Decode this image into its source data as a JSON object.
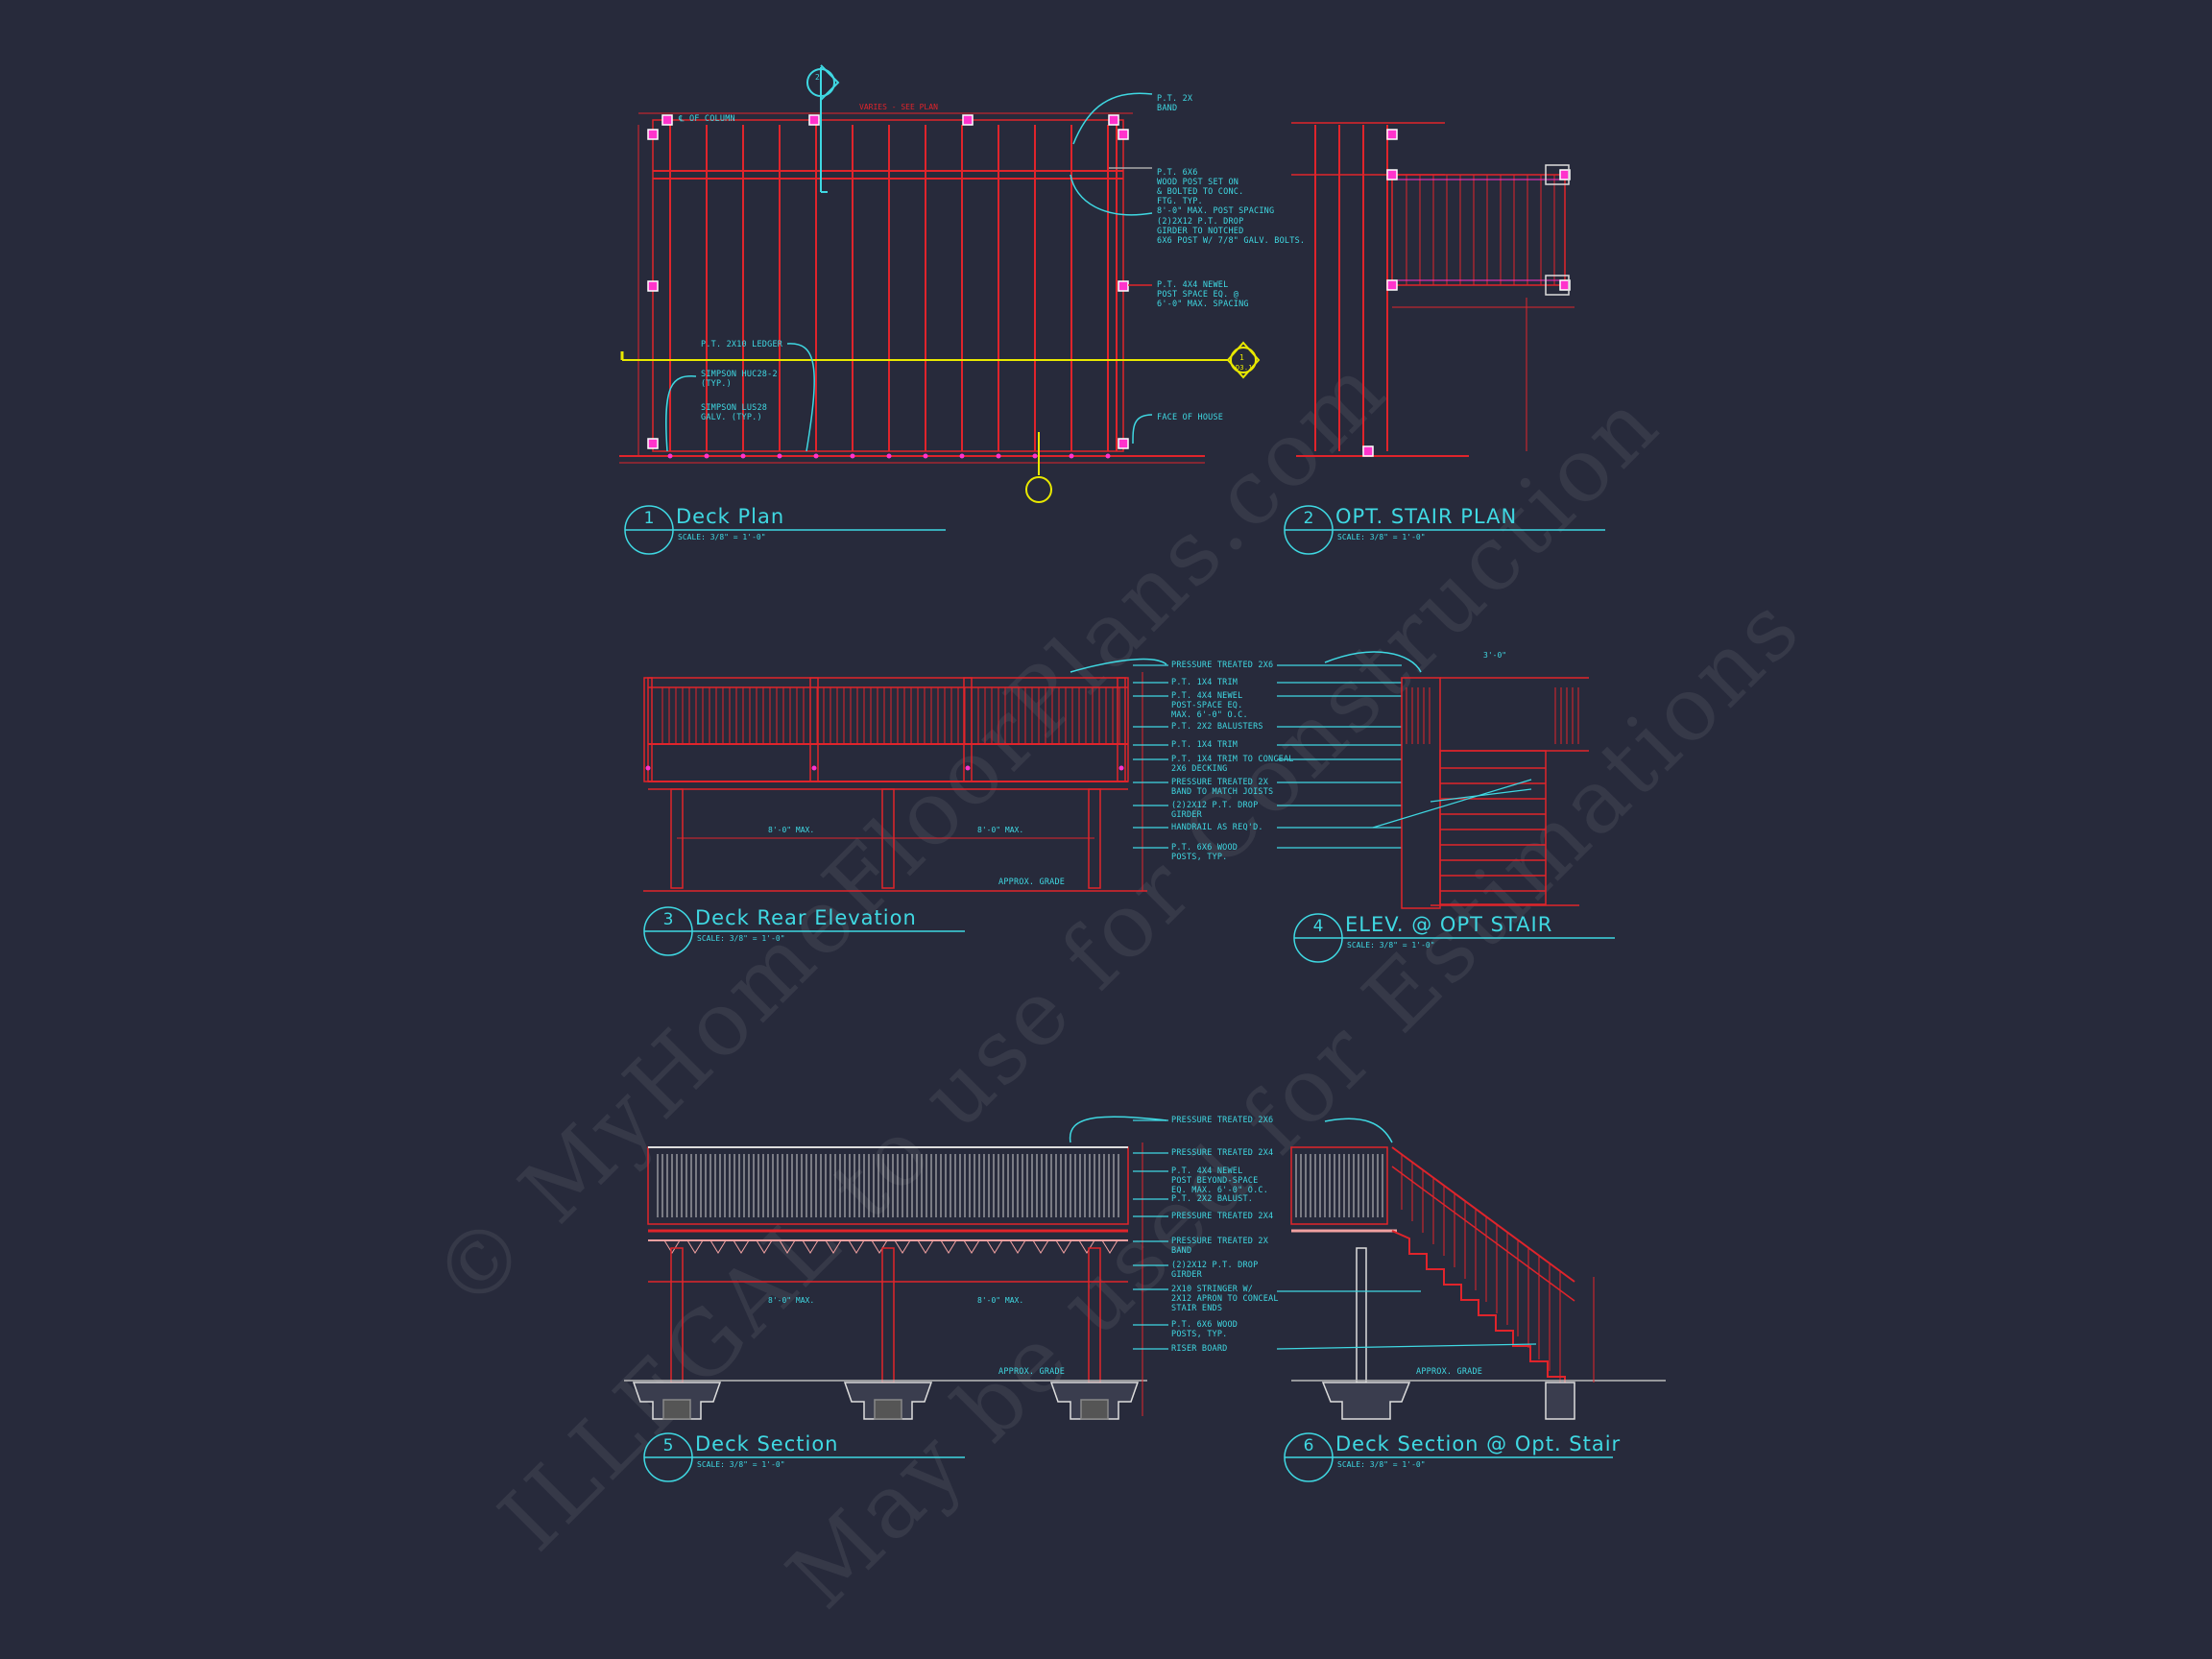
{
  "colors": {
    "background": "#272a3b",
    "framing": "#e0242b",
    "annotation": "#3fd8e2",
    "post_marker": "#ff33cc",
    "section_marker": "#e8e800"
  },
  "watermark": [
    "© MyHomeFloorPlans.com",
    "ILLEGAL to use for Construction",
    "May be used for Estimations"
  ],
  "views": [
    {
      "number": "1",
      "title": "Deck Plan",
      "scale": "SCALE: 3/8\" = 1'-0\""
    },
    {
      "number": "2",
      "title": "OPT. STAIR PLAN",
      "scale": "SCALE: 3/8\" = 1'-0\""
    },
    {
      "number": "3",
      "title": "Deck Rear Elevation",
      "scale": "SCALE: 3/8\" = 1'-0\""
    },
    {
      "number": "4",
      "title": "ELEV. @ OPT STAIR",
      "scale": "SCALE: 3/8\" = 1'-0\""
    },
    {
      "number": "5",
      "title": "Deck Section",
      "scale": "SCALE: 3/8\" = 1'-0\""
    },
    {
      "number": "6",
      "title": "Deck Section @ Opt. Stair",
      "scale": "SCALE: 3/8\" = 1'-0\""
    }
  ],
  "plan_notes": {
    "band": "P.T. 2x\nBAND",
    "post": "P.T. 6x6\nWOOD POST SET ON\n& BOLTED TO CONC.\nFTG. TYP.\n8'-0\" MAX. POST SPACING",
    "girder": "(2)2x12 P.T. DROP\nGIRDER TO NOTCHED\n6x6 POST W/ 7/8\" GALV. BOLTS.",
    "newel": "P.T. 4x4 NEWEL\nPOST SPACE EQ. @\n6'-0\" MAX. SPACING",
    "face_of_house": "FACE OF HOUSE",
    "ledger": "P.T. 2x10 LEDGER",
    "hanger1": "SIMPSON HUC28-2\n(TYP.)",
    "hanger2": "SIMPSON LUS28\nGALV. (TYP.)",
    "column": "℄ OF COLUMN",
    "varies": "VARIES - SEE PLAN",
    "section_ref_a": "2",
    "section_ref_b": "1",
    "sheet_ref": "D3.1"
  },
  "elevation_notes": [
    "PRESSURE TREATED 2x6",
    "P.T. 1x4 TRIM",
    "P.T. 4x4 NEWEL\nPOST-SPACE EQ.\nMAX. 6'-0\" O.C.",
    "P.T. 2x2 BALUSTERS",
    "P.T. 1x4 TRIM",
    "P.T. 1x4 TRIM TO CONCEAL\n2x6 DECKING",
    "PRESSURE TREATED 2x\nBAND TO MATCH JOISTS",
    "(2)2x12 P.T. DROP\nGIRDER",
    "HANDRAIL AS REQ'D.",
    "P.T. 6x6 WOOD\nPOSTS, TYP."
  ],
  "elevation_dims": {
    "span1": "8'-0\" MAX.",
    "span2": "8'-0\" MAX.",
    "grade": "APPROX. GRADE",
    "stair_width": "3'-0\""
  },
  "section_notes": [
    "PRESSURE TREATED 2x6",
    "PRESSURE TREATED 2x4",
    "P.T. 4x4 NEWEL\nPOST BEYOND-SPACE\nEQ. MAX. 6'-0\" O.C.",
    "P.T. 2X2 BALUST.",
    "PRESSURE TREATED 2x4",
    "PRESSURE TREATED 2x\nBAND",
    "(2)2x12 P.T. DROP\nGIRDER",
    "2x10 STRINGER W/\n2x12 APRON TO CONCEAL\nSTAIR ENDS",
    "P.T. 6x6 WOOD\nPOSTS, TYP.",
    "RISER BOARD"
  ],
  "section_dims": {
    "span1": "8'-0\" MAX.",
    "span2": "8'-0\" MAX.",
    "grade": "APPROX. GRADE",
    "grade2": "APPROX. GRADE"
  }
}
